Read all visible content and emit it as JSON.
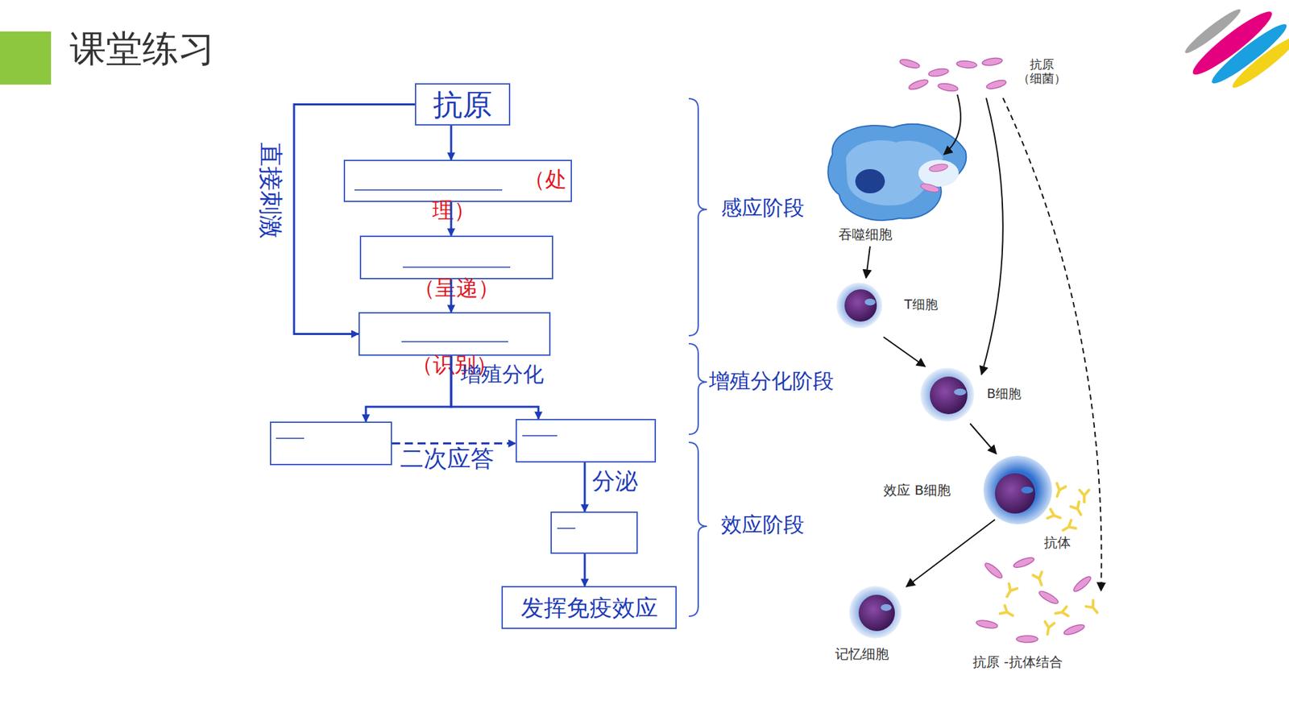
{
  "diagram": {
    "title": "课堂练习",
    "nodes": [
      {
        "text": [
          "抗原"
        ]
      },
      {
        "text": [
          "（处理）"
        ]
      },
      {
        "text": [
          "（呈递）"
        ]
      },
      {
        "text": [
          "（识别）"
        ]
      },
      {
        "text": []
      },
      {
        "text": []
      },
      {
        "text": []
      },
      {
        "text": [
          "发挥免疫效应"
        ]
      }
    ],
    "edges": [
      {
        "from": 0,
        "to": 1,
        "arrow": "to"
      },
      {
        "from": 1,
        "to": 2,
        "arrow": "to"
      },
      {
        "from": 2,
        "to": 3,
        "arrow": "to"
      },
      {
        "from": 0,
        "to": 3,
        "label": "直接刺激",
        "arrow": "to"
      },
      {
        "from": 3,
        "to": 4,
        "label": "增殖分化",
        "arrow": "to"
      },
      {
        "from": 3,
        "to": 5,
        "arrow": "to"
      },
      {
        "from": 4,
        "to": 5,
        "label": "二次应答",
        "arrow": "to"
      },
      {
        "from": 5,
        "to": 6,
        "label": "分泌",
        "arrow": "to"
      },
      {
        "from": 6,
        "to": 7,
        "arrow": "to"
      }
    ],
    "labels": [
      "感应阶段",
      "增殖分化阶段",
      "效应阶段",
      "抗原 （细菌）",
      "吞噬细胞",
      "T细胞",
      "B细胞",
      "效应 B细胞",
      "抗体",
      "记忆细胞",
      "抗原 -抗体结合"
    ]
  }
}
